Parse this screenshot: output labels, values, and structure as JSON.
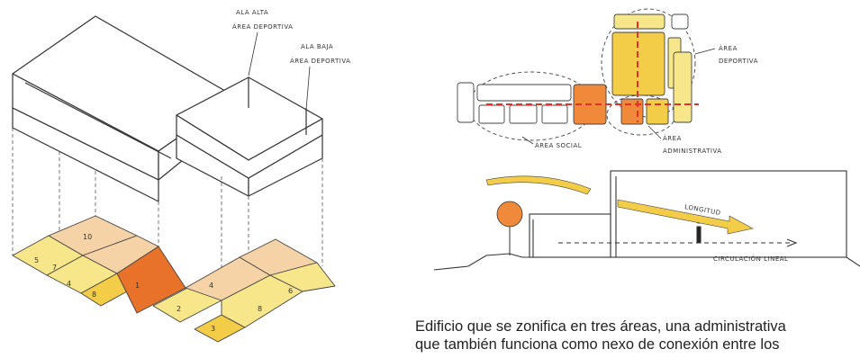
{
  "left_drawing": {
    "labels": {
      "alta_line1": "ALA ALTA",
      "alta_line2": "ÁREA DEPORTIVA",
      "baja_line1": "ALA BAJA",
      "baja_line2": "ÁREA DEPORTIVA"
    },
    "cell_numbers": [
      "5",
      "4",
      "8",
      "7",
      "1",
      "2",
      "3",
      "4",
      "6",
      "8",
      "10"
    ]
  },
  "right_drawing": {
    "labels": {
      "deportiva_line1": "ÁREA",
      "deportiva_line2": "DEPORTIVA",
      "social": "ÁREA SOCIAL",
      "administrativa_line1": "ÁREA",
      "administrativa_line2": "ADMINISTRATIVA",
      "longitudinal": "LONGITUD",
      "circulacion": "CIRCULACIÓN LINEAL"
    }
  },
  "caption": {
    "line1": "Edificio que se zonifica en tres áreas, una administrativa",
    "line2": "que también funciona como nexo de conexión entre los"
  },
  "colors": {
    "pale_orange": "#f6d3a6",
    "light_yellow": "#f8e68a",
    "yellow": "#f3cd48",
    "orange": "#f08a3a",
    "deep_orange": "#e8722a",
    "red_dash": "#e0322a"
  }
}
